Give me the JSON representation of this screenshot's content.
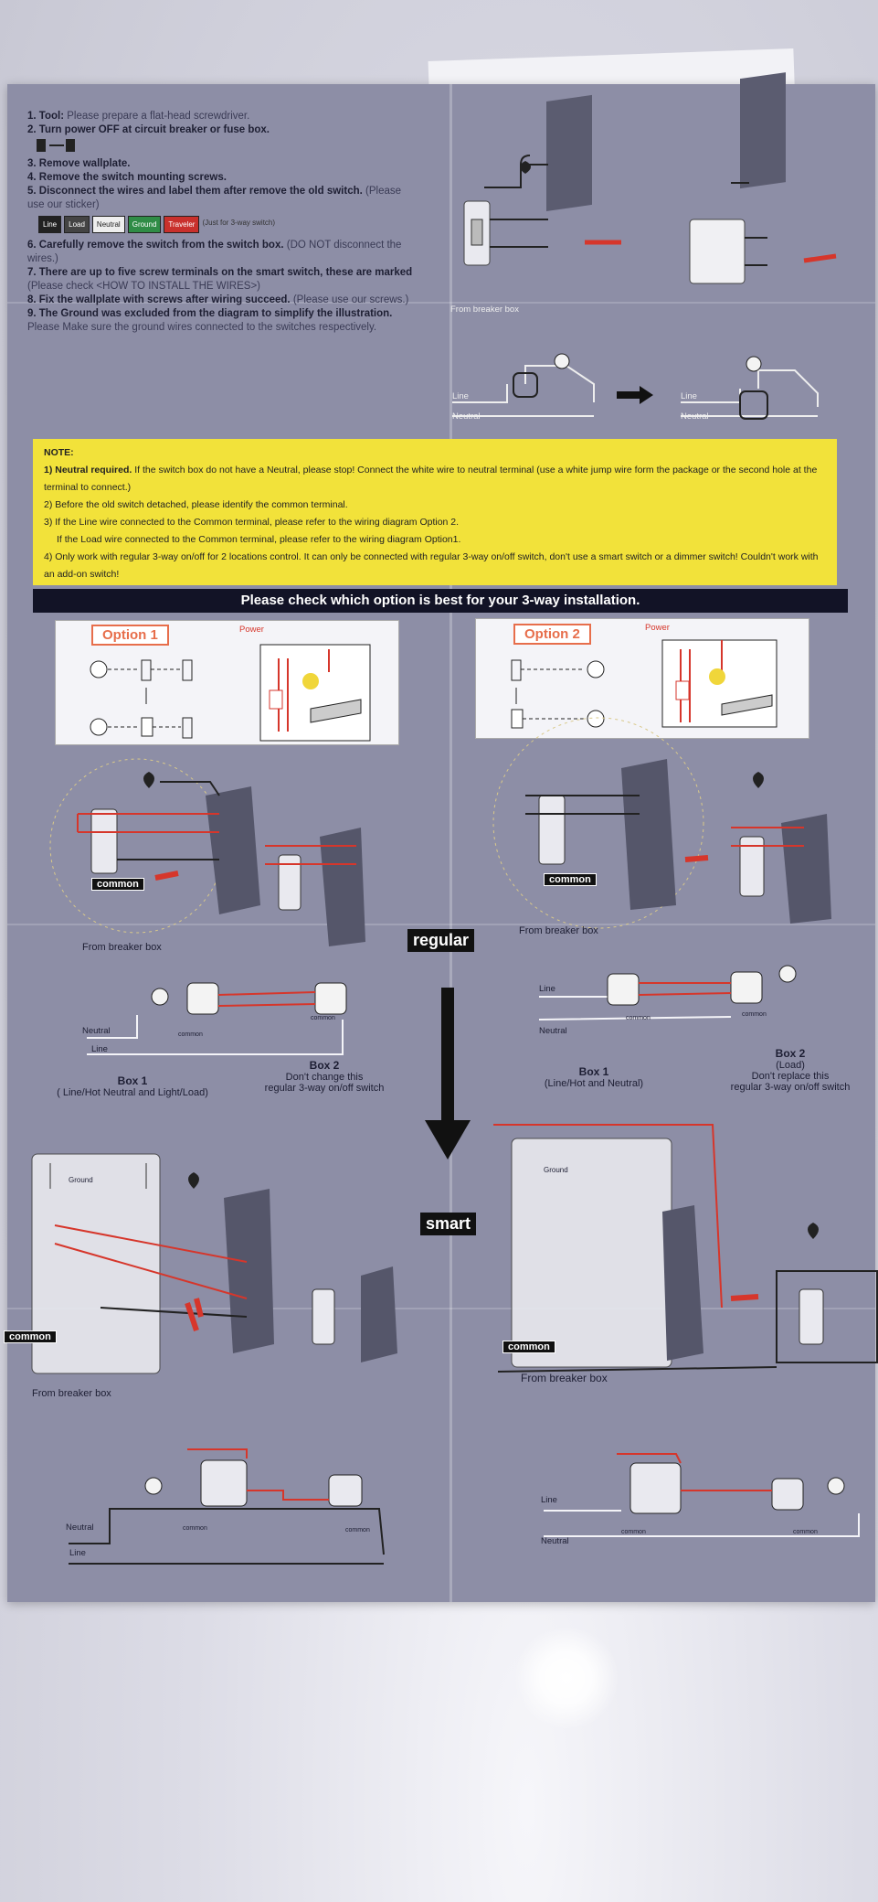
{
  "steps": {
    "s1_title": "1. Tool:",
    "s1_text": "Please prepare a flat-head screwdriver.",
    "s2_title": "2. Turn power OFF at circuit breaker or fuse box.",
    "s3_title": "3. Remove wallplate.",
    "s4_title": "4. Remove the switch mounting screws.",
    "s5_title": "5. Disconnect the wires and label them after remove the old switch.",
    "s5_text": "(Please use our sticker)",
    "stickers": [
      "Line",
      "Load",
      "Neutral",
      "Ground",
      "Traveler"
    ],
    "sticker_note": "(Just for 3-way switch)",
    "s6_title": "6. Carefully remove the switch from the switch box.",
    "s6_text": "(DO NOT disconnect the wires.)",
    "s7_title": "7. There are up to five screw terminals on the smart switch, these are marked",
    "s7_text": "(Please check <HOW TO INSTALL THE WIRES>)",
    "s8_title": "8. Fix the wallplate with screws after wiring succeed.",
    "s8_text": "(Please use our screws.)",
    "s9_title": "9. The Ground was excluded from the diagram to simplify the illustration.",
    "s9_text": "Please Make sure the ground wires connected to the switches respectively."
  },
  "top_right": {
    "breaker_label": "From breaker box",
    "line_label": "Line",
    "neutral_label": "Neutral"
  },
  "note": {
    "title": "NOTE:",
    "n1_bold": "1) Neutral required.",
    "n1_text": "If the switch box do not have a Neutral, please stop! Connect the white wire to neutral terminal (use a white jump wire form the package or the second hole at the terminal to connect.)",
    "n2": "2) Before the old switch detached, please identify the common terminal.",
    "n3a": "3) If the Line wire connected to the Common terminal, please refer to the wiring diagram Option 2.",
    "n3b": "If the Load wire connected to the Common terminal, please refer to the wiring diagram Option1.",
    "n4": "4) Only work with regular 3-way on/off for 2 locations control. It can only be connected with regular 3-way on/off switch, don't use a smart switch or a dimmer switch! Couldn't work with an add-on switch!"
  },
  "banner": "Please check which option is best for your 3-way installation.",
  "option1": {
    "label": "Option 1",
    "power": "Power"
  },
  "option2": {
    "label": "Option 2",
    "power": "Power"
  },
  "labels": {
    "common": "common",
    "from_breaker": "From breaker box",
    "regular": "regular",
    "smart": "smart",
    "ground": "Ground",
    "line": "Line",
    "neutral": "Neutral",
    "common_small": "common"
  },
  "box_left": {
    "box1": "Box 1",
    "box1_desc": "( Line/Hot Neutral and Light/Load)",
    "box2": "Box 2",
    "box2_desc1": "Don't change this",
    "box2_desc2": "regular 3-way on/off switch"
  },
  "box_right": {
    "box1": "Box 1",
    "box1_desc": "(Line/Hot and Neutral)",
    "box2": "Box 2",
    "box2_desc0": "(Load)",
    "box2_desc1": "Don't replace this",
    "box2_desc2": "regular 3-way on/off switch"
  },
  "colors": {
    "sheet": "#8d8ea6",
    "note": "#f2e23a",
    "banner": "#121326",
    "wire_red": "#d6362b",
    "option_label": "#e76e4b"
  }
}
